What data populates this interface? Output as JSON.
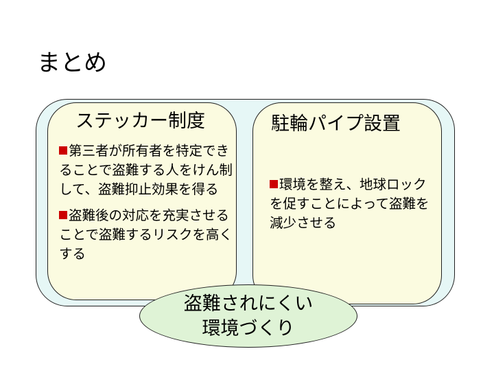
{
  "title": "まとめ",
  "left_box": {
    "heading": "ステッカー制度",
    "bullets": [
      "第三者が所有者を特定できることで盗難する人をけん制して、盗難抑止効果を得る",
      "盗難後の対応を充実させることで盗難するリスクを高くする"
    ]
  },
  "right_box": {
    "heading": "駐輪パイプ設置",
    "bullets": [
      "環境を整え、地球ロックを促すことによって盗難を減少させる"
    ]
  },
  "center": {
    "line1": "盗難されにくい",
    "line2": "環境づくり"
  },
  "colors": {
    "outer_fill": "#e6f7f6",
    "box_fill": "#fbfbe0",
    "ellipse_fill": "#dff3d6",
    "bullet_marker": "#cc0000"
  }
}
